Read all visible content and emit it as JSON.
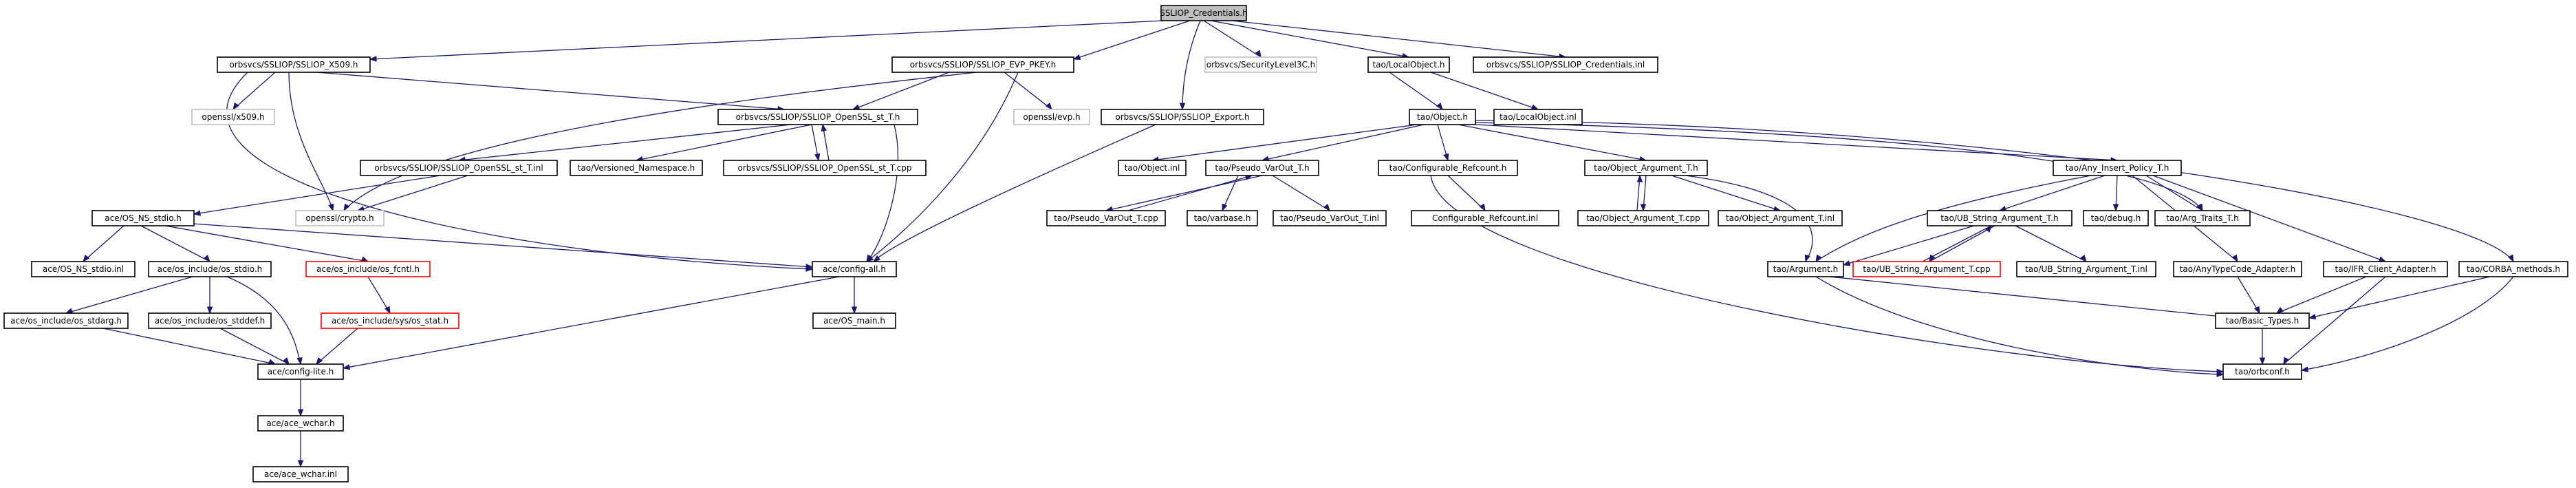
{
  "graph": {
    "colors": {
      "edge": "#191970",
      "node_border": "#000000",
      "external_border": "#bfbfbf",
      "highlight_border": "#ff0000",
      "root_fill": "#bfbfbf"
    },
    "nodes": {
      "root": "SSLIOP_Credentials.h",
      "x509h": "orbsvcs/SSLIOP/SSLIOP_X509.h",
      "evpkey": "orbsvcs/SSLIOP/SSLIOP_EVP_PKEY.h",
      "seclvl": "orbsvcs/SecurityLevel3C.h",
      "localobj": "tao/LocalObject.h",
      "credinl": "orbsvcs/SSLIOP/SSLIOP_Credentials.inl",
      "opensslx509": "openssl/x509.h",
      "sttH": "orbsvcs/SSLIOP/SSLIOP_OpenSSL_st_T.h",
      "opensslevp": "openssl/evp.h",
      "exporth": "orbsvcs/SSLIOP/SSLIOP_Export.h",
      "taoobj": "tao/Object.h",
      "localobjinl": "tao/LocalObject.inl",
      "sttinl": "orbsvcs/SSLIOP/SSLIOP_OpenSSL_st_T.inl",
      "versns": "tao/Versioned_Namespace.h",
      "sttcpp": "orbsvcs/SSLIOP/SSLIOP_OpenSSL_st_T.cpp",
      "objinl": "tao/Object.inl",
      "pvarh": "tao/Pseudo_VarOut_T.h",
      "cfgref": "tao/Configurable_Refcount.h",
      "objargh": "tao/Object_Argument_T.h",
      "anyins": "tao/Any_Insert_Policy_T.h",
      "osnsstdio": "ace/OS_NS_stdio.h",
      "cryptoh": "openssl/crypto.h",
      "pvarcpp": "tao/Pseudo_VarOut_T.cpp",
      "varbase": "tao/varbase.h",
      "pvarinl": "tao/Pseudo_VarOut_T.inl",
      "cfgrefinl": "Configurable_Refcount.inl",
      "objargcpp": "tao/Object_Argument_T.cpp",
      "objarginl": "tao/Object_Argument_T.inl",
      "ubstrh": "tao/UB_String_Argument_T.h",
      "debugh": "tao/debug.h",
      "argtraits": "tao/Arg_Traits_T.h",
      "corbameth": "tao/CORBA_methods.h",
      "osnsstdioinl": "ace/OS_NS_stdio.inl",
      "osstdio": "ace/os_include/os_stdio.h",
      "osfcntl": "ace/os_include/os_fcntl.h",
      "configall": "ace/config-all.h",
      "argumenth": "tao/Argument.h",
      "ubstrcpp": "tao/UB_String_Argument_T.cpp",
      "ubstrinl": "tao/UB_String_Argument_T.inl",
      "anytcadapt": "tao/AnyTypeCode_Adapter.h",
      "ifrclient": "tao/IFR_Client_Adapter.h",
      "osstdarg": "ace/os_include/os_stdarg.h",
      "osstddef": "ace/os_include/os_stddef.h",
      "osstat": "ace/os_include/sys/os_stat.h",
      "osmain": "ace/OS_main.h",
      "basictypes": "tao/Basic_Types.h",
      "configlite": "ace/config-lite.h",
      "orbconf": "tao/orbconf.h",
      "acewchar": "ace/ace_wchar.h",
      "acewcharinl": "ace/ace_wchar.inl"
    }
  }
}
